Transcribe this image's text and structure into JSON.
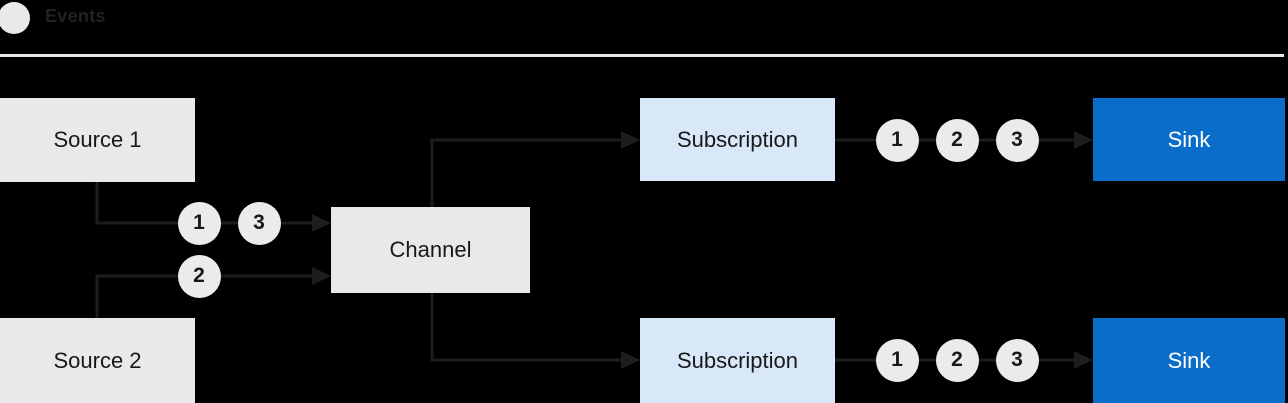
{
  "legend": {
    "icon": "event-circle-icon",
    "label": "Events"
  },
  "nodes": {
    "source1": {
      "label": "Source 1"
    },
    "source2": {
      "label": "Source 2"
    },
    "channel": {
      "label": "Channel"
    },
    "subscription1": {
      "label": "Subscription"
    },
    "subscription2": {
      "label": "Subscription"
    },
    "sink1": {
      "label": "Sink"
    },
    "sink2": {
      "label": "Sink"
    }
  },
  "event_markers": {
    "source1_to_channel": [
      "1",
      "3"
    ],
    "source2_to_channel": [
      "2"
    ],
    "subscription1_to_sink": [
      "1",
      "2",
      "3"
    ],
    "subscription2_to_sink": [
      "1",
      "2",
      "3"
    ]
  },
  "colors": {
    "background": "#000000",
    "node_gray": "#e9e9e9",
    "subscription_blue": "#d8e8f9",
    "sink_blue": "#0b6dca",
    "line_dark": "#1d1d1d",
    "label_dark": "#18181a",
    "sink_label": "#ffffff",
    "legend_label": "#212126"
  }
}
